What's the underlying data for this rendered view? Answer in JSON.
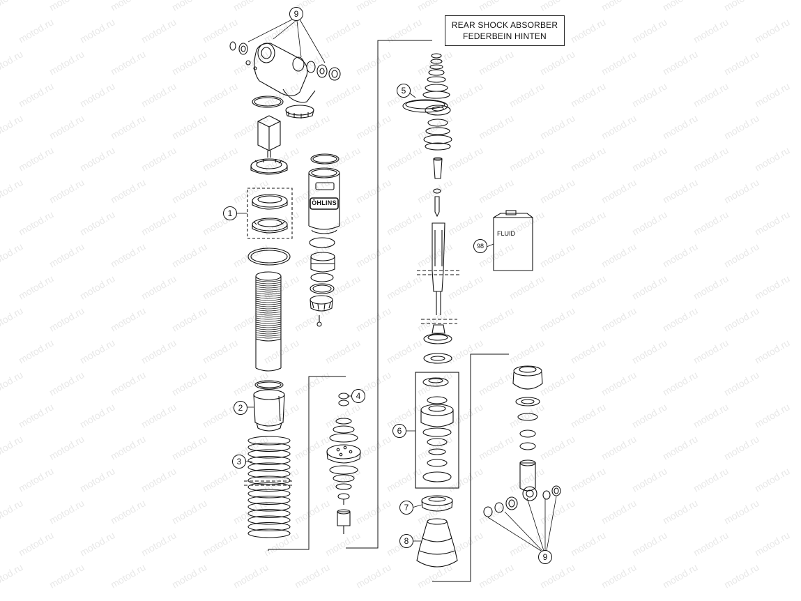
{
  "title": {
    "line1": "REAR SHOCK ABSORBER",
    "line2": "FEDERBEIN HINTEN"
  },
  "callouts": {
    "c9_top": "9",
    "c5": "5",
    "c1": "1",
    "c98": "98",
    "c4": "4",
    "c2": "2",
    "c3": "3",
    "c6": "6",
    "c7": "7",
    "c8": "8",
    "c9_bottom": "9"
  },
  "fluid_label": "FLUID",
  "brand_label": "ÖHLINS",
  "watermark": "motod.ru"
}
